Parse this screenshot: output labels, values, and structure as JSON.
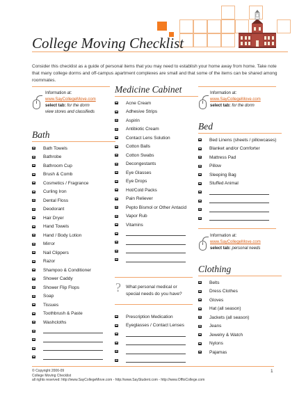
{
  "title": "College Moving Checklist",
  "intro": "Consider this checklist as a guide of personal items that you may need to establish your home away from home.  Take note that many college dorms and off-campus apartment complexes are small and that some of the items can be shared among roommates.",
  "info_box_1": {
    "label": "Information at:",
    "link": "www.SayCollegeMove.com",
    "tab_label": "select tab:",
    "tab_value": "for the dorm",
    "extra": "view stores and classifieds"
  },
  "bath": {
    "title": "Bath",
    "items": [
      "Bath Towels",
      "Bathrobe",
      "Bathroom Cup",
      "Brush & Comb",
      "Cosmetics / Fragrance",
      "Curling Iron",
      "Dental Floss",
      "Deodorant",
      "Hair Dryer",
      "Hand Towels",
      "Hand / Body Lotion",
      "Mirror",
      "Nail Clippers",
      "Razor",
      "Shampoo & Conditioner",
      "Shower Caddy",
      "Shower Flip Flops",
      "Soap",
      "Tissues",
      "Toothbrush & Paste",
      "Washcloths"
    ]
  },
  "medicine": {
    "title": "Medicine Cabinet",
    "items": [
      "Acne Cream",
      "Adhesive Strips",
      "Aspirin",
      "Antibiotic Cream",
      "Contact Lens Solution",
      "Cotton Balls",
      "Cotton Swabs",
      "Decongestants",
      "Eye Glasses",
      "Eye Drops",
      "Hot/Cold Packs",
      "Pain Reliever",
      "Pepto Bismol or Other Antacid",
      "Vapor Rub",
      "Vitamins"
    ],
    "question": "What personal medical or special needs do you have?",
    "items2": [
      "Prescription Medication",
      "Eyeglasses / Contact Lenses"
    ]
  },
  "info_box_2": {
    "label": "Information at:",
    "link": "www.SayCollegeMove.com",
    "tab_label": "select tab:",
    "tab_value": "for the dorm"
  },
  "bed": {
    "title": "Bed",
    "items": [
      "Bed Linens (sheets / pillowcases)",
      "Blanket and/or Comforter",
      "Mattress Pad",
      "Pillow",
      "Sleeping Bag",
      "Stuffed Animal"
    ]
  },
  "info_box_3": {
    "label": "Information at:",
    "link": "www.SayCollegeMove.com",
    "tab_label": "select tab:",
    "tab_value": "personal needs"
  },
  "clothing": {
    "title": "Clothing",
    "items": [
      "Belts",
      "Dress Clothes",
      "Gloves",
      "Hat (all season)",
      "Jackets (all season)",
      "Jeans",
      "Jewelry & Watch",
      "Nylons",
      "Pajamas"
    ]
  },
  "footer": {
    "line1": "© Copyright 2006-09",
    "line2": "College Moving Checklist",
    "line3": "all rights reserved: http://www.SayCollegeMove.com - http://www.SayStudent.com - http://www.OfftoCollege.com"
  },
  "page_number": "1",
  "colors": {
    "accent": "#f47b20",
    "rule": "#f2a469",
    "link": "#d86018"
  }
}
